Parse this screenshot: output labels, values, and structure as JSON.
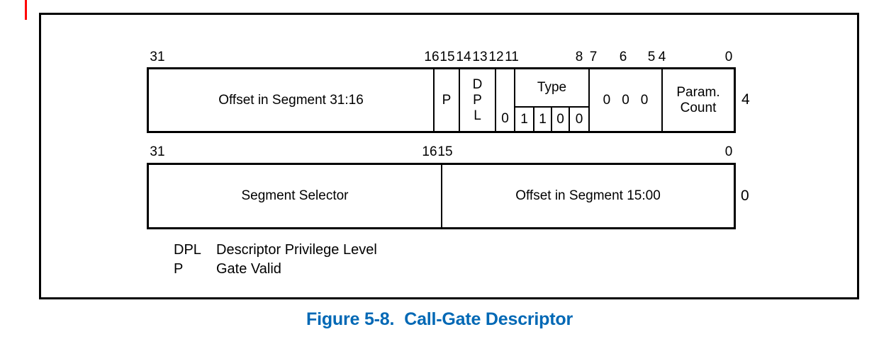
{
  "colors": {
    "caption_blue": "#0068B5",
    "change_bar_red": "#ff0000",
    "line_black": "#000000"
  },
  "row1": {
    "ticks": {
      "t31": "31",
      "t16": "16",
      "t15": "15",
      "t14": "14",
      "t13": "13",
      "t12": "12",
      "t11": "11",
      "t8": "8",
      "t7": "7",
      "t6": "6",
      "t5": "5",
      "t4": "4",
      "t0": "0"
    },
    "field_offset_high": "Offset in Segment 31:16",
    "field_p": "P",
    "dpl": [
      "D",
      "P",
      "L"
    ],
    "bit12": "0",
    "type_label": "Type",
    "type_bits": [
      "1",
      "1",
      "0",
      "0"
    ],
    "zero_bits": [
      "0",
      "0",
      "0"
    ],
    "param_count": [
      "Param.",
      "Count"
    ],
    "byte_offset": "4"
  },
  "row2": {
    "ticks": {
      "t31": "31",
      "t16": "16",
      "t15": "15",
      "t0": "0"
    },
    "field_selector": "Segment Selector",
    "field_offset_low": "Offset in Segment 15:00",
    "byte_offset": "0"
  },
  "legend": {
    "items": [
      {
        "term": "DPL",
        "definition": "Descriptor Privilege Level"
      },
      {
        "term": "P",
        "definition": "Gate Valid"
      }
    ]
  },
  "caption": {
    "label": "Figure 5-8.",
    "title": "Call-Gate Descriptor"
  }
}
